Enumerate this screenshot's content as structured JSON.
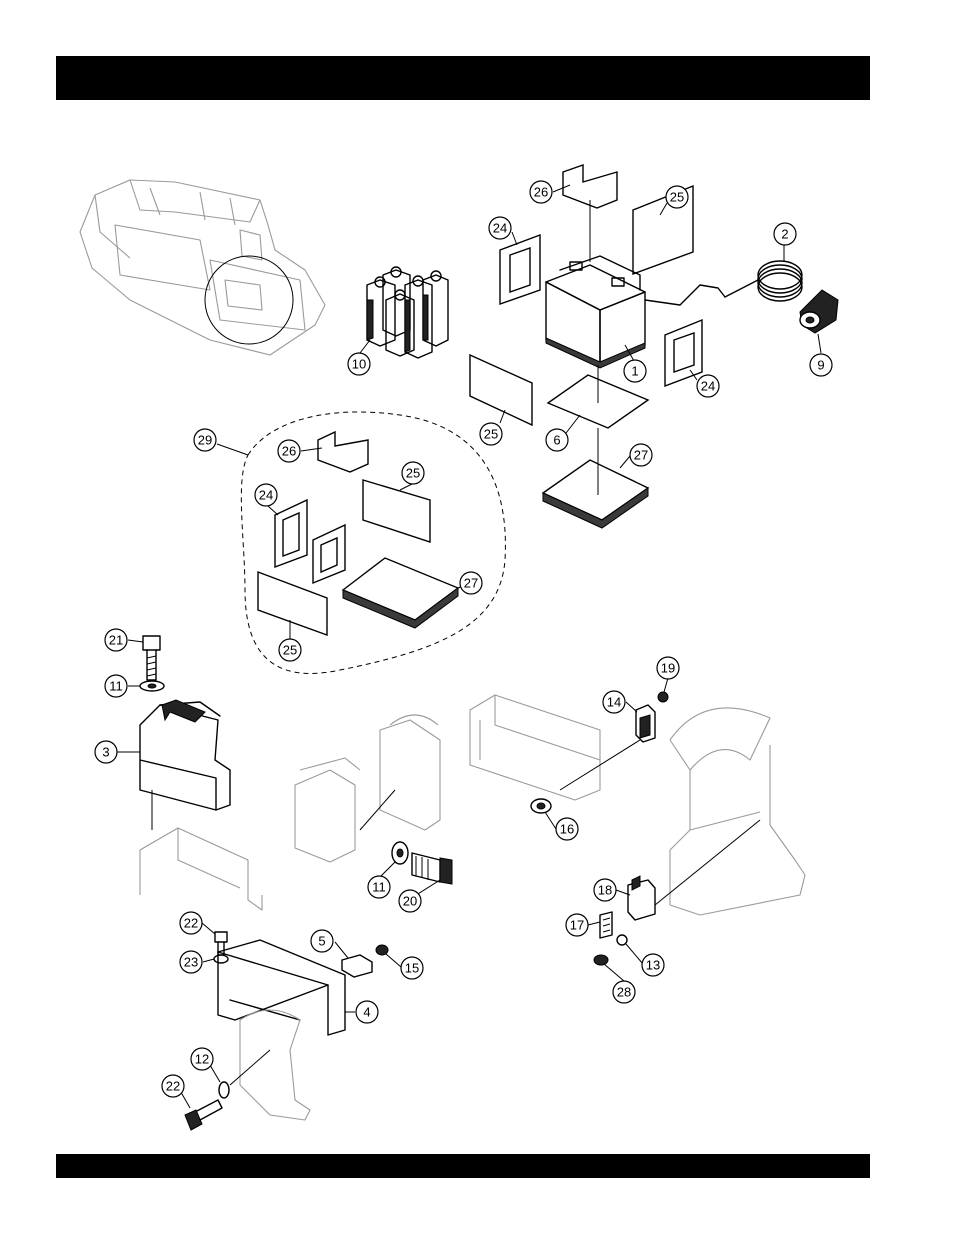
{
  "header_bar": {
    "color": "#000000",
    "text": ""
  },
  "footer_bar": {
    "color": "#000000",
    "text": ""
  },
  "callouts": [
    {
      "id": "c26a",
      "label": "26"
    },
    {
      "id": "c25a",
      "label": "25"
    },
    {
      "id": "c24a",
      "label": "24"
    },
    {
      "id": "c2",
      "label": "2"
    },
    {
      "id": "c9",
      "label": "9"
    },
    {
      "id": "c1",
      "label": "1"
    },
    {
      "id": "c24b",
      "label": "24"
    },
    {
      "id": "c10",
      "label": "10"
    },
    {
      "id": "c25b",
      "label": "25"
    },
    {
      "id": "c6",
      "label": "6"
    },
    {
      "id": "c27a",
      "label": "27"
    },
    {
      "id": "c29",
      "label": "29"
    },
    {
      "id": "c26b",
      "label": "26"
    },
    {
      "id": "c25c",
      "label": "25"
    },
    {
      "id": "c24c",
      "label": "24"
    },
    {
      "id": "c27b",
      "label": "27"
    },
    {
      "id": "c25d",
      "label": "25"
    },
    {
      "id": "c21",
      "label": "21"
    },
    {
      "id": "c11a",
      "label": "11"
    },
    {
      "id": "c3",
      "label": "3"
    },
    {
      "id": "c19",
      "label": "19"
    },
    {
      "id": "c14",
      "label": "14"
    },
    {
      "id": "c16",
      "label": "16"
    },
    {
      "id": "c11b",
      "label": "11"
    },
    {
      "id": "c20",
      "label": "20"
    },
    {
      "id": "c18",
      "label": "18"
    },
    {
      "id": "c17",
      "label": "17"
    },
    {
      "id": "c13",
      "label": "13"
    },
    {
      "id": "c28",
      "label": "28"
    },
    {
      "id": "c22a",
      "label": "22"
    },
    {
      "id": "c23",
      "label": "23"
    },
    {
      "id": "c5",
      "label": "5"
    },
    {
      "id": "c15",
      "label": "15"
    },
    {
      "id": "c4",
      "label": "4"
    },
    {
      "id": "c12",
      "label": "12"
    },
    {
      "id": "c22b",
      "label": "22"
    }
  ]
}
